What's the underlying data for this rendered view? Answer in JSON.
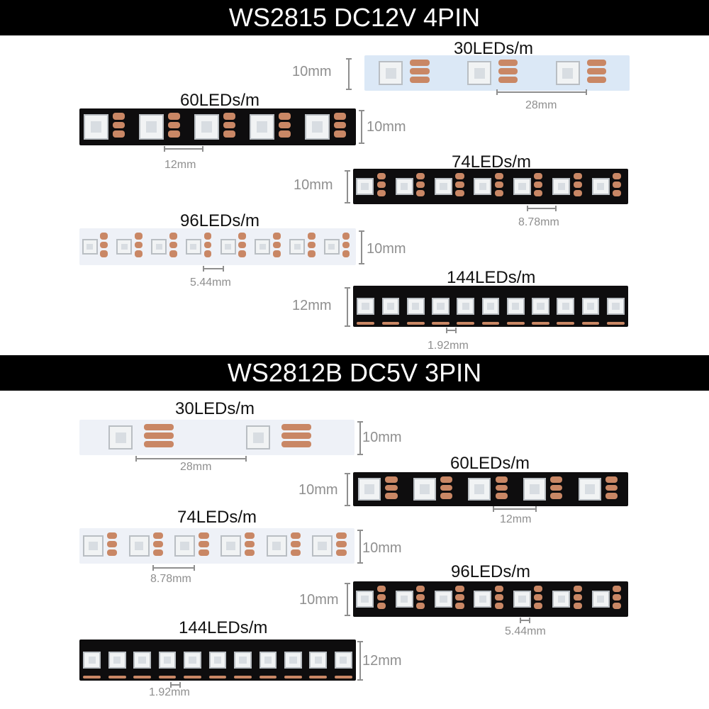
{
  "sections": [
    {
      "title": "WS2815 DC12V 4PIN",
      "strips": [
        {
          "density": "30LEDs/m",
          "width": "10mm",
          "spacing": "28mm",
          "color": "lightblue"
        },
        {
          "density": "60LEDs/m",
          "width": "10mm",
          "spacing": "12mm",
          "color": "black"
        },
        {
          "density": "74LEDs/m",
          "width": "10mm",
          "spacing": "8.78mm",
          "color": "black"
        },
        {
          "density": "96LEDs/m",
          "width": "10mm",
          "spacing": "5.44mm",
          "color": "white"
        },
        {
          "density": "144LEDs/m",
          "width": "12mm",
          "spacing": "1.92mm",
          "color": "black"
        }
      ]
    },
    {
      "title": "WS2812B DC5V 3PIN",
      "strips": [
        {
          "density": "30LEDs/m",
          "width": "10mm",
          "spacing": "28mm",
          "color": "white"
        },
        {
          "density": "60LEDs/m",
          "width": "10mm",
          "spacing": "12mm",
          "color": "black"
        },
        {
          "density": "74LEDs/m",
          "width": "10mm",
          "spacing": "8.78mm",
          "color": "white"
        },
        {
          "density": "96LEDs/m",
          "width": "10mm",
          "spacing": "5.44mm",
          "color": "black"
        },
        {
          "density": "144LEDs/m",
          "width": "12mm",
          "spacing": "1.92mm",
          "color": "black"
        }
      ]
    }
  ],
  "colors": {
    "banner_bg": "#000000",
    "banner_text": "#ffffff",
    "pcb_black": "#0e0d0e",
    "pcb_white": "#eef1f7",
    "pad_copper": "#c98765",
    "dimension_gray": "#8f8f8f"
  }
}
